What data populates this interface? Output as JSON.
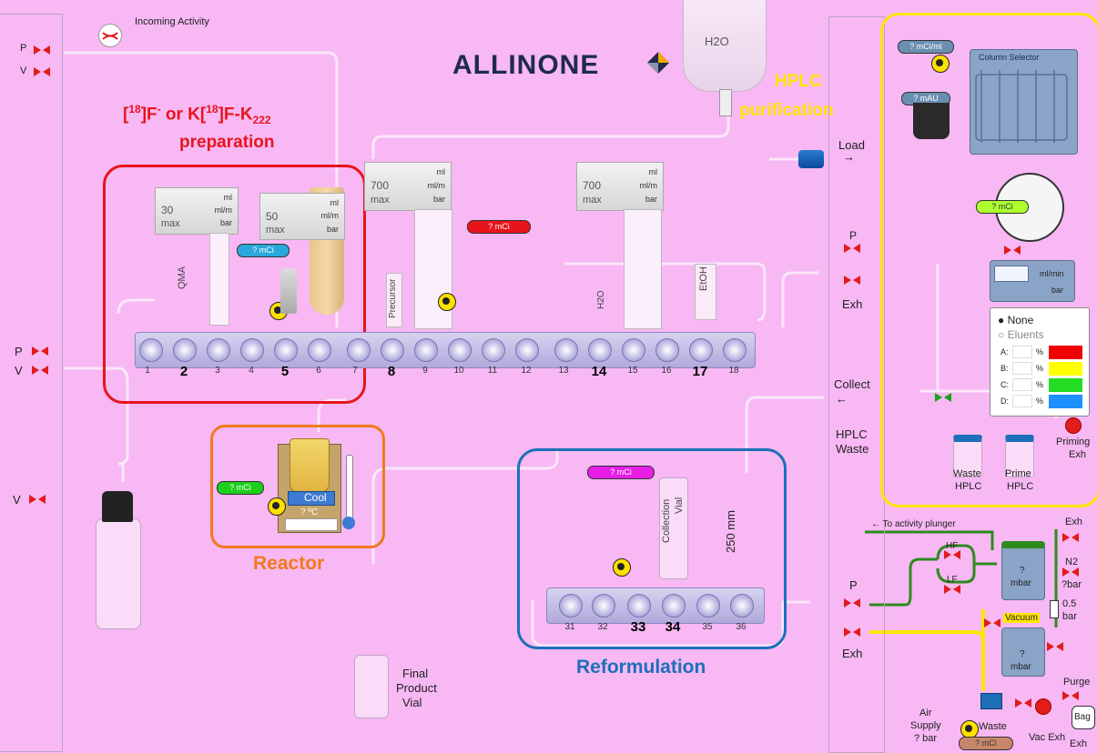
{
  "header": {
    "incoming_activity": "Incoming Activity",
    "logo_text": "ALLINONE",
    "h2o_bag": "H2O"
  },
  "sections": {
    "preparation": "[18F]F- or K[18F]F-K222 preparation",
    "preparation_line1": "[",
    "prep_sup1": "18",
    "prep_mid": "]F",
    "prep_sup2": "-",
    "prep_or": " or K[",
    "prep_sup3": "18",
    "prep_mid2": "]F-K",
    "prep_sub": "222",
    "preparation_line2": "preparation",
    "hplc_line1": "HPLC",
    "hplc_line2": "purification",
    "reactor": "Reactor",
    "reformulation": "Reformulation"
  },
  "left_rail": {
    "p_top": "P",
    "v_top": "V",
    "p_mid": "P",
    "v_mid": "V",
    "v_low": "V"
  },
  "syringes": [
    {
      "value": "30",
      "max": "max",
      "units": [
        "ml",
        "ml/m",
        "bar"
      ]
    },
    {
      "value": "50",
      "max": "max",
      "units": [
        "ml",
        "ml/m",
        "bar"
      ]
    },
    {
      "value": "700",
      "max": "max",
      "units": [
        "ml",
        "ml/m",
        "bar"
      ]
    },
    {
      "value": "700",
      "max": "max",
      "units": [
        "ml",
        "ml/m",
        "bar"
      ]
    }
  ],
  "activity_tags": {
    "prep": "? mCi",
    "syringe": "? mCi",
    "reactor": "? mCi",
    "reform": "? mCi",
    "hplc_conc": "? mCi/ml",
    "hplc_loop": "? mCi",
    "bottom": "? mCi"
  },
  "vials": {
    "qma": "QMA",
    "precursor": "Precursor",
    "h2o": "H2O",
    "etoh": "EtOH",
    "collection_1": "Collection",
    "collection_2": "Vial",
    "tube_length": "250 mm",
    "final_1": "Final",
    "final_2": "Product",
    "final_3": "Vial"
  },
  "manifold_top": {
    "ports": [
      "1",
      "2",
      "3",
      "4",
      "5",
      "6",
      "7",
      "8",
      "9",
      "10",
      "11",
      "12",
      "13",
      "14",
      "15",
      "16",
      "17",
      "18"
    ],
    "bold": [
      "2",
      "5",
      "8",
      "14",
      "17"
    ]
  },
  "manifold_bottom": {
    "ports": [
      "31",
      "32",
      "33",
      "34",
      "35",
      "36"
    ],
    "bold": [
      "33",
      "34"
    ]
  },
  "reactor": {
    "cool": "Cool",
    "temp": "? ºC"
  },
  "right_rail": {
    "load": "Load",
    "p": "P",
    "exh": "Exh",
    "collect": "Collect",
    "hplc_waste_1": "HPLC",
    "hplc_waste_2": "Waste",
    "p2": "P",
    "exh2": "Exh"
  },
  "hplc": {
    "mau": "? mAU",
    "column_selector": "Column Selector",
    "flow_unit": "ml/min",
    "pressure_unit": "bar",
    "options": [
      "None",
      "Eluents"
    ],
    "eluents": [
      {
        "label": "A:",
        "unit": "%",
        "color": "#f00000"
      },
      {
        "label": "B:",
        "unit": "%",
        "color": "#ffff00"
      },
      {
        "label": "C:",
        "unit": "%",
        "color": "#22dd22"
      },
      {
        "label": "D:",
        "unit": "%",
        "color": "#1e90ff"
      }
    ],
    "waste_1": "Waste",
    "waste_2": "HPLC",
    "prime_1": "Prime",
    "prime_2": "HPLC",
    "priming_1": "Priming",
    "priming_2": "Exh"
  },
  "gas": {
    "to_plunger": "To activity plunger",
    "hf": "HF",
    "lf": "LF",
    "exh": "Exh",
    "n2": "N2",
    "n2_bar": "?bar",
    "mbar_top_1": "?",
    "mbar_top_2": "mbar",
    "bar05_1": "0.5",
    "bar05_2": "bar",
    "vacuum": "Vacuum",
    "mbar_bot_1": "?",
    "mbar_bot_2": "mbar",
    "purge": "Purge",
    "bag": "Bag",
    "air_1": "Air",
    "air_2": "Supply",
    "air_3": "? bar",
    "waste": "Waste",
    "vac_exh": "Vac Exh",
    "exh_low": "Exh"
  },
  "colors": {
    "background": "#f7b8f4",
    "prep_box": "#e8141c",
    "reactor_box": "#f07a1c",
    "reform_box": "#1d6fb8",
    "hplc_box": "#ffe600",
    "gas_line": "#2e8b1e"
  }
}
